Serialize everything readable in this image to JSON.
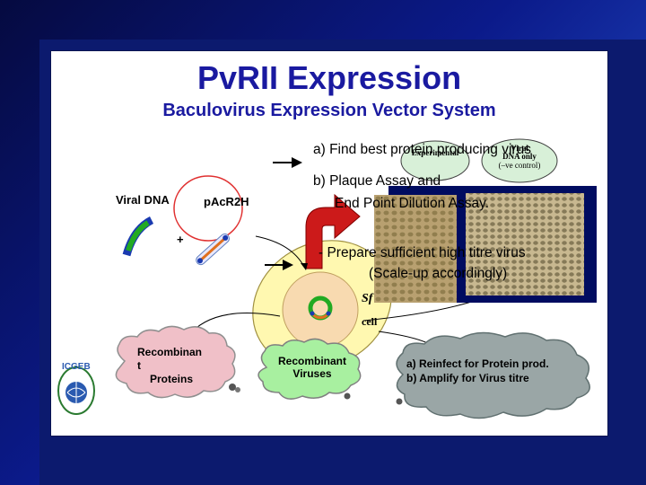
{
  "slide": {
    "title": "PvRII Expression",
    "subtitle": "Baculovirus Expression Vector System"
  },
  "steps": {
    "a": "a) Find best protein producing virus",
    "b_line1": "b) Plaque Assay and",
    "b_line2": "End Point Dilution Assay.",
    "prepare_line1": "- Prepare sufficient high titre virus",
    "prepare_line2": "(Scale-up accordingly)"
  },
  "labels": {
    "viral_dna": "Viral DNA",
    "plasmid": "pAcR2H",
    "plus": "+",
    "sf": "Sf",
    "cell": "cell",
    "experimental": "Experimental",
    "control_line1": "DNA only",
    "control_line2": "(–ve control)",
    "control_top": "Viral"
  },
  "clouds": {
    "proteins_line1": "Recombinan",
    "proteins_line2": "t",
    "proteins_line3": "Proteins",
    "viruses_line1": "Recombinant",
    "viruses_line2": "Viruses",
    "reinfect_line1": "a) Reinfect for Protein prod.",
    "reinfect_line2": "b) Amplify for Virus titre"
  },
  "logo": {
    "text": "ICGEB",
    "icon": "globe-seal-icon"
  },
  "colors": {
    "title": "#1a1aa0",
    "arrow_red": "#cc1a1a",
    "viral_green": "#22aa22",
    "cell_fill": "#fff8b0",
    "cloud_pink": "#f0c0c8",
    "cloud_green": "#a8f0a0",
    "cloud_grey": "#9aa6a6"
  }
}
